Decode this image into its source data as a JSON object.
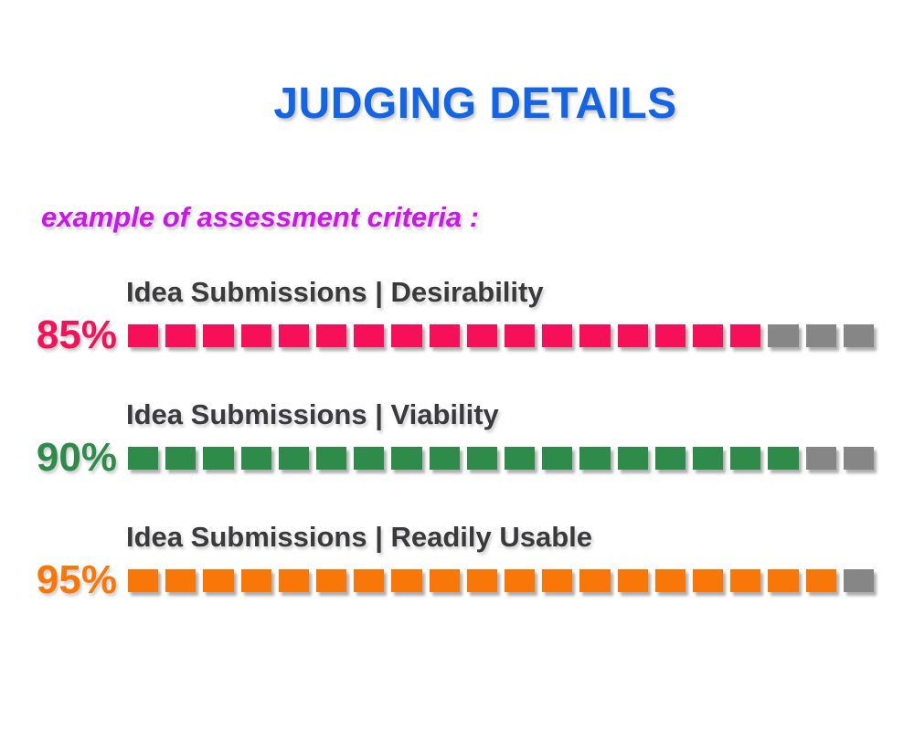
{
  "header": {
    "title": "JUDGING DETAILS",
    "title_color": "#1365E6"
  },
  "subtitle": {
    "text": "example of assessment criteria :",
    "color": "#CB16E9"
  },
  "chart_data": {
    "type": "bar",
    "orientation": "horizontal",
    "unit": "%",
    "xlim": [
      0,
      100
    ],
    "segments_total": 20,
    "track_color": "#868686",
    "label_color": "#3A3A3C",
    "categories": [
      "Idea Submissions | Desirability",
      "Idea Submissions | Viability",
      "Idea Submissions | Readily Usable"
    ],
    "values": [
      85,
      90,
      95
    ],
    "value_labels": [
      "85%",
      "90%",
      "95%"
    ],
    "bar_colors": [
      "#F6105A",
      "#2E8B4A",
      "#F97708"
    ],
    "segments_filled": [
      17,
      18,
      19
    ]
  }
}
